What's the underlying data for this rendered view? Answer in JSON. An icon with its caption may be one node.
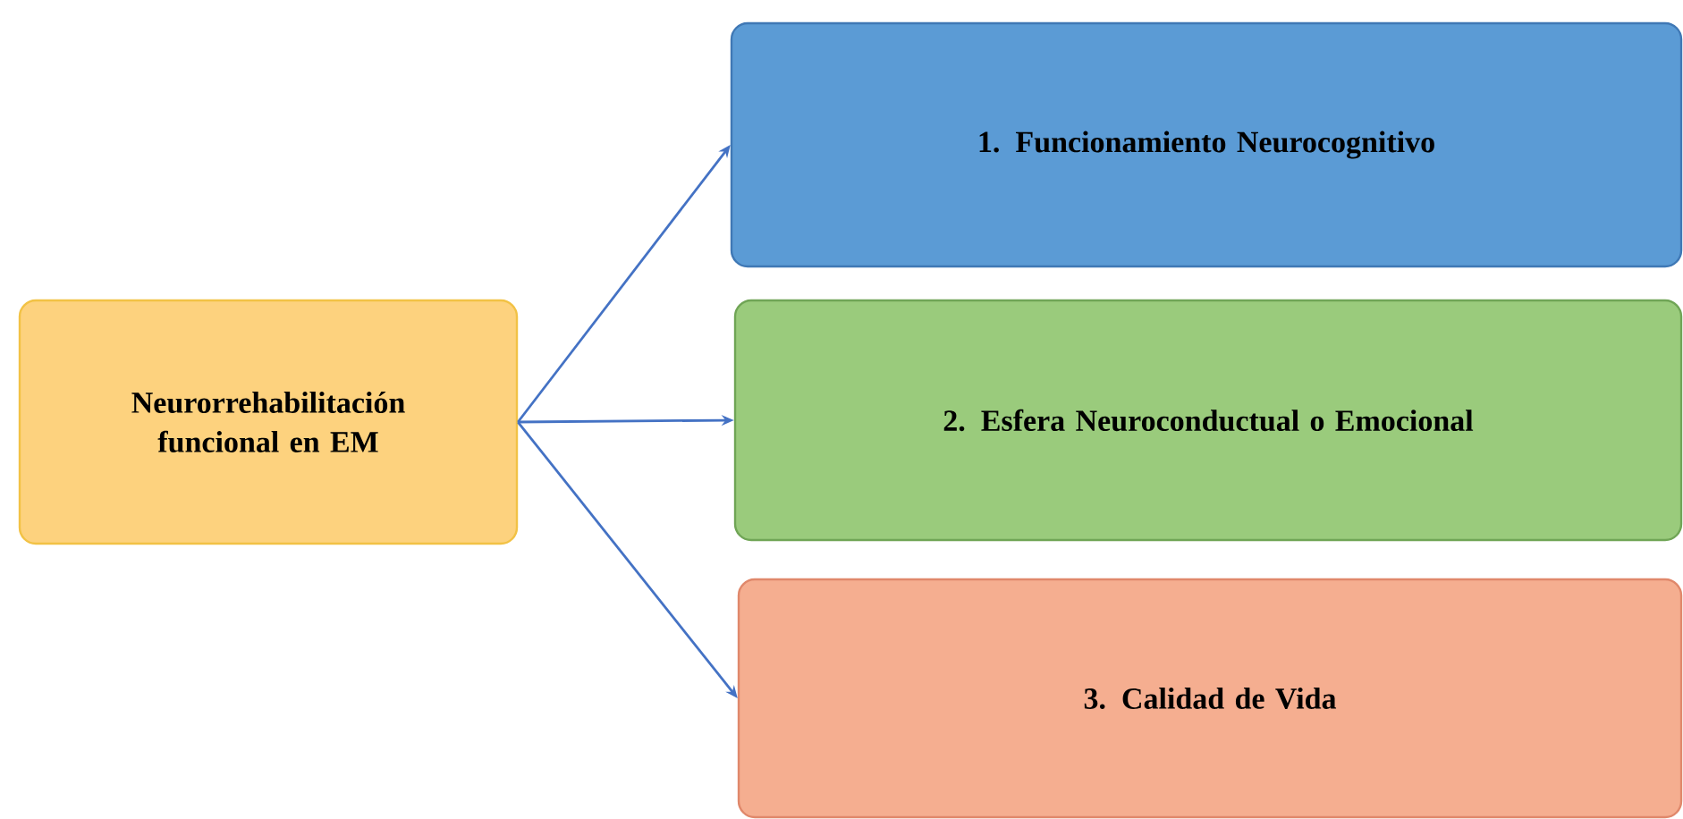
{
  "diagram": {
    "nodes": [
      {
        "text": [
          "Neurorrehabilitación funcional en EM"
        ]
      },
      {
        "text": [
          "1.  Funcionamiento Neurocognitivo"
        ]
      },
      {
        "text": [
          "2. Esfera Neuroconductual o Emocional"
        ]
      },
      {
        "text": [
          "3. Calidad de Vida"
        ]
      }
    ],
    "edges": [
      {
        "from": 0,
        "to": 1,
        "arrow": "to"
      },
      {
        "from": 0,
        "to": 2,
        "arrow": "to"
      },
      {
        "from": 0,
        "to": 3,
        "arrow": "to"
      }
    ]
  }
}
